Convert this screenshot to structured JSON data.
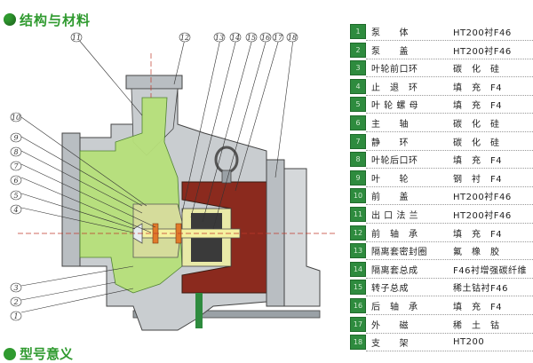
{
  "title": "结构与材料",
  "bottom_title": "型号意义",
  "callouts": [
    "1",
    "2",
    "3",
    "4",
    "5",
    "6",
    "7",
    "8",
    "9",
    "10",
    "11",
    "12",
    "13",
    "14",
    "15",
    "16",
    "17",
    "18"
  ],
  "parts": [
    {
      "no": "1",
      "name": "泵　　体",
      "material": "HT200衬F46"
    },
    {
      "no": "2",
      "name": "泵　　盖",
      "material": "HT200衬F46"
    },
    {
      "no": "3",
      "name": "叶轮前口环",
      "material": "碳　化　硅"
    },
    {
      "no": "4",
      "name": "止　退　环",
      "material": "填　充　F4"
    },
    {
      "no": "5",
      "name": "叶 轮 螺 母",
      "material": "填　充　F4"
    },
    {
      "no": "6",
      "name": "主　　轴",
      "material": "碳　化　硅"
    },
    {
      "no": "7",
      "name": "静　　环",
      "material": "碳　化　硅"
    },
    {
      "no": "8",
      "name": "叶轮后口环",
      "material": "填　充　F4"
    },
    {
      "no": "9",
      "name": "叶　　轮",
      "material": "钢　衬　F4"
    },
    {
      "no": "10",
      "name": "前　　盖",
      "material": "HT200衬F46"
    },
    {
      "no": "11",
      "name": "出 口 法 兰",
      "material": "HT200衬F46"
    },
    {
      "no": "12",
      "name": "前　轴　承",
      "material": "填　充　F4"
    },
    {
      "no": "13",
      "name": "隔离套密封圈",
      "material": "氟　橡　胶"
    },
    {
      "no": "14",
      "name": "隔离套总成",
      "material": "F46衬增强碳纤维"
    },
    {
      "no": "15",
      "name": "转子总成",
      "material": "稀土钴衬F46"
    },
    {
      "no": "16",
      "name": "后　轴　承",
      "material": "填　充　F4"
    },
    {
      "no": "17",
      "name": "外　　磁",
      "material": "稀　土　钴"
    },
    {
      "no": "18",
      "name": "支　　架",
      "material": "HT200"
    }
  ]
}
